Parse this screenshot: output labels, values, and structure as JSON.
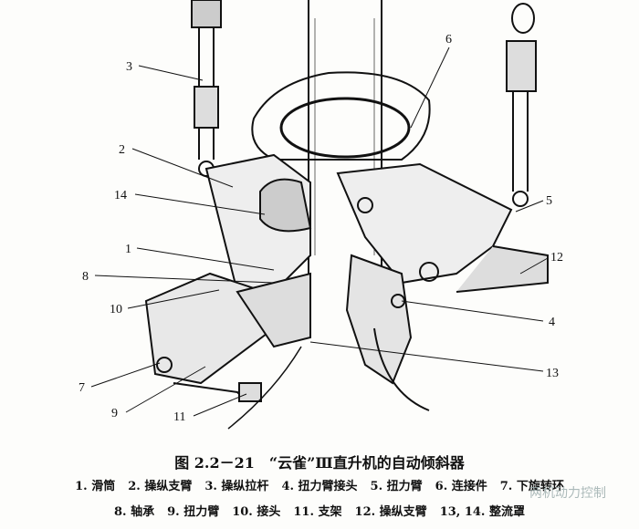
{
  "figure": {
    "callouts": [
      "1",
      "2",
      "3",
      "4",
      "5",
      "6",
      "7",
      "8",
      "9",
      "10",
      "11",
      "12",
      "13",
      "14"
    ],
    "title": "图 2.2－21　“云雀”Ⅲ直升机的自动倾斜器",
    "legend_row1": [
      "1. 滑筒",
      "2. 操纵支臂",
      "3. 操纵拉杆",
      "4. 扭力臂接头",
      "5. 扭力臂",
      "6. 连接件",
      "7. 下旋转环"
    ],
    "legend_row2": [
      "8. 轴承",
      "9. 扭力臂",
      "10. 接头",
      "11. 支架",
      "12. 操纵支臂",
      "13, 14. 整流罩"
    ],
    "watermark": "两机动力控制"
  }
}
